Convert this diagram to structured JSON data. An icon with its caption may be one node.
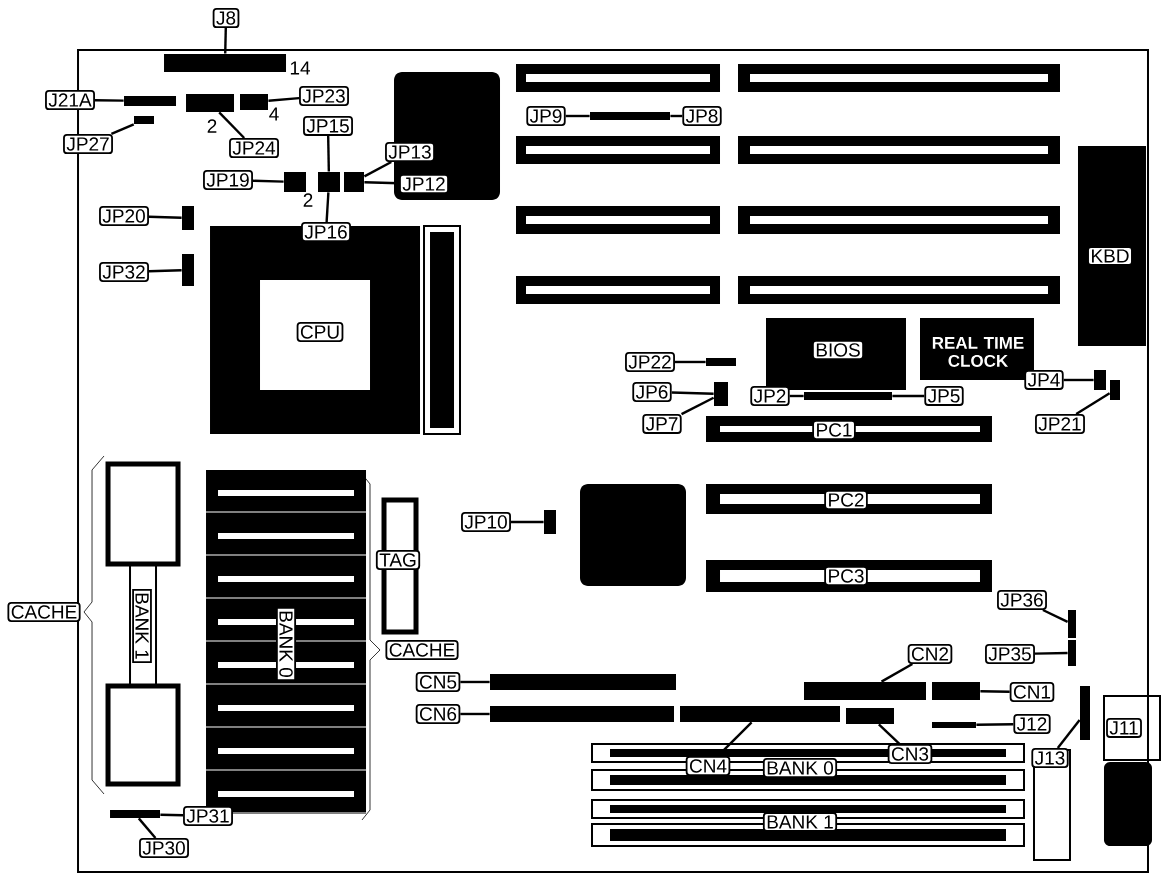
{
  "diagram": {
    "nodes": [
      {
        "text": [
          "J8"
        ]
      },
      {
        "text": [
          "J21A"
        ]
      },
      {
        "text": [
          "JP27"
        ]
      },
      {
        "text": [
          "JP23"
        ]
      },
      {
        "text": [
          "JP24"
        ]
      },
      {
        "text": [
          "JP15"
        ]
      },
      {
        "text": [
          "JP13"
        ]
      },
      {
        "text": [
          "JP19"
        ]
      },
      {
        "text": [
          "JP12"
        ]
      },
      {
        "text": [
          "JP16"
        ]
      },
      {
        "text": [
          "JP20"
        ]
      },
      {
        "text": [
          "JP32"
        ]
      },
      {
        "text": [
          "CPU"
        ]
      },
      {
        "text": [
          "JP9"
        ]
      },
      {
        "text": [
          "JP8"
        ]
      },
      {
        "text": [
          "KBD"
        ]
      },
      {
        "text": [
          "BIOS"
        ]
      },
      {
        "text": [
          "REAL TIME CLOCK"
        ]
      },
      {
        "text": [
          "JP22"
        ]
      },
      {
        "text": [
          "JP6"
        ]
      },
      {
        "text": [
          "JP2"
        ]
      },
      {
        "text": [
          "JP5"
        ]
      },
      {
        "text": [
          "JP4"
        ]
      },
      {
        "text": [
          "JP7"
        ]
      },
      {
        "text": [
          "JP21"
        ]
      },
      {
        "text": [
          "PC1"
        ]
      },
      {
        "text": [
          "JP10"
        ]
      },
      {
        "text": [
          "PC2"
        ]
      },
      {
        "text": [
          "PC3"
        ]
      },
      {
        "text": [
          "TAG"
        ]
      },
      {
        "text": [
          "CACHE"
        ]
      },
      {
        "text": [
          "BANK 1"
        ]
      },
      {
        "text": [
          "BANK 0"
        ]
      },
      {
        "text": [
          "CACHE"
        ]
      },
      {
        "text": [
          "JP36"
        ]
      },
      {
        "text": [
          "JP35"
        ]
      },
      {
        "text": [
          "CN2"
        ]
      },
      {
        "text": [
          "CN5"
        ]
      },
      {
        "text": [
          "CN1"
        ]
      },
      {
        "text": [
          "CN6"
        ]
      },
      {
        "text": [
          "J11"
        ]
      },
      {
        "text": [
          "J12"
        ]
      },
      {
        "text": [
          "CN4"
        ]
      },
      {
        "text": [
          "CN3"
        ]
      },
      {
        "text": [
          "BANK 0"
        ]
      },
      {
        "text": [
          "J13"
        ]
      },
      {
        "text": [
          "BANK 1"
        ]
      },
      {
        "text": [
          "JP31"
        ]
      },
      {
        "text": [
          "JP30"
        ]
      },
      {
        "text": [],
        "shape": "box"
      },
      {
        "text": [],
        "shape": "box"
      },
      {
        "text": [],
        "shape": "box"
      },
      {
        "text": [],
        "shape": "box"
      },
      {
        "text": [],
        "shape": "box"
      },
      {
        "text": [],
        "shape": "box"
      },
      {
        "text": [],
        "shape": "box"
      },
      {
        "text": [],
        "shape": "box"
      },
      {
        "text": [],
        "shape": "box"
      },
      {
        "text": [],
        "shape": "box"
      },
      {
        "text": [],
        "shape": "box"
      },
      {
        "text": [],
        "shape": "box"
      },
      {
        "text": [],
        "shape": "box"
      },
      {
        "text": [],
        "shape": "box"
      },
      {
        "text": [],
        "shape": "box"
      },
      {
        "text": [],
        "shape": "box"
      },
      {
        "text": [],
        "shape": "box"
      },
      {
        "text": [],
        "shape": "box"
      },
      {
        "text": [],
        "shape": "box"
      },
      {
        "text": [],
        "shape": "box"
      },
      {
        "text": [],
        "shape": "box"
      },
      {
        "text": [],
        "shape": "box"
      },
      {
        "text": [],
        "shape": "box"
      },
      {
        "text": [],
        "shape": "box"
      },
      {
        "text": [],
        "shape": "box"
      },
      {
        "text": [],
        "shape": "box"
      },
      {
        "text": [],
        "shape": "box"
      },
      {
        "text": [],
        "shape": "box"
      }
    ],
    "edges": [
      {
        "from": 0,
        "to": 49,
        "arrow": "none"
      },
      {
        "from": 1,
        "to": 50,
        "arrow": "none"
      },
      {
        "from": 2,
        "to": 51,
        "arrow": "none"
      },
      {
        "from": 3,
        "to": 53,
        "arrow": "none"
      },
      {
        "from": 4,
        "to": 52,
        "arrow": "none"
      },
      {
        "from": 5,
        "to": 55,
        "arrow": "none"
      },
      {
        "from": 6,
        "to": 56,
        "arrow": "none"
      },
      {
        "from": 7,
        "to": 54,
        "arrow": "none"
      },
      {
        "from": 8,
        "to": 56,
        "arrow": "none"
      },
      {
        "from": 9,
        "to": 55,
        "arrow": "none"
      },
      {
        "from": 10,
        "to": 57,
        "arrow": "none"
      },
      {
        "from": 11,
        "to": 58,
        "arrow": "none"
      },
      {
        "from": 13,
        "to": 59,
        "arrow": "none"
      },
      {
        "from": 14,
        "to": 59,
        "arrow": "none"
      },
      {
        "from": 18,
        "to": 60,
        "arrow": "none"
      },
      {
        "from": 19,
        "to": 61,
        "arrow": "none"
      },
      {
        "from": 20,
        "to": 62,
        "arrow": "none"
      },
      {
        "from": 21,
        "to": 62,
        "arrow": "none"
      },
      {
        "from": 22,
        "to": 63,
        "arrow": "none"
      },
      {
        "from": 23,
        "to": 61,
        "arrow": "none"
      },
      {
        "from": 24,
        "to": 64,
        "arrow": "none"
      },
      {
        "from": 26,
        "to": 65,
        "arrow": "none"
      },
      {
        "from": 34,
        "to": 66,
        "arrow": "none"
      },
      {
        "from": 35,
        "to": 67,
        "arrow": "none"
      },
      {
        "from": 36,
        "to": 68,
        "arrow": "none"
      },
      {
        "from": 37,
        "to": 69,
        "arrow": "none"
      },
      {
        "from": 38,
        "to": 70,
        "arrow": "none"
      },
      {
        "from": 39,
        "to": 71,
        "arrow": "none"
      },
      {
        "from": 41,
        "to": 72,
        "arrow": "none"
      },
      {
        "from": 42,
        "to": 73,
        "arrow": "none"
      },
      {
        "from": 43,
        "to": 74,
        "arrow": "none"
      },
      {
        "from": 45,
        "to": 75,
        "arrow": "none"
      },
      {
        "from": 47,
        "to": 76,
        "arrow": "none"
      },
      {
        "from": 48,
        "to": 76,
        "arrow": "none"
      }
    ],
    "labels": [
      "14",
      "2",
      "4",
      "2"
    ]
  }
}
